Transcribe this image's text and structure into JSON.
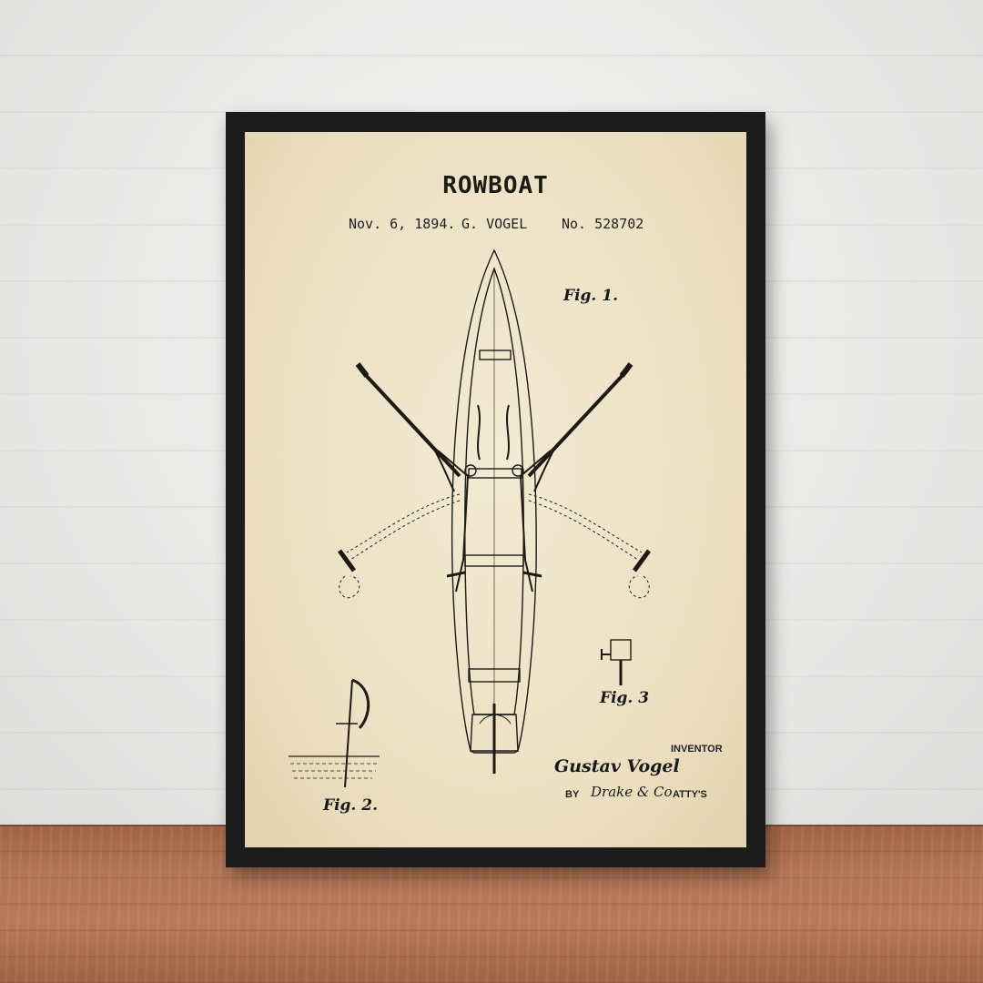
{
  "poster": {
    "title": "ROWBOAT",
    "date": "Nov. 6, 1894.",
    "inventor_short": "G. VOGEL",
    "patent_no": "No. 528702",
    "fig1": "Fig. 1.",
    "fig2": "Fig. 2.",
    "fig3": "Fig. 3",
    "inventor_label": "INVENTOR",
    "inventor_signature": "Gustav Vogel",
    "by_label": "BY",
    "attorney_signature": "Drake & Co",
    "attys_label": "ATTY'S"
  },
  "colors": {
    "frame": "#1b1b1b",
    "paper": "#ece0c2",
    "ink": "#1d1a16",
    "wall": "#ebebea",
    "floor": "#b27557"
  }
}
